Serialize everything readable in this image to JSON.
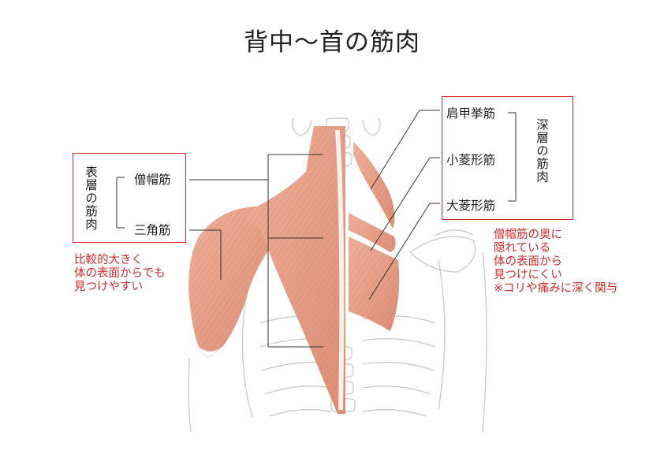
{
  "title": "背中〜首の筋肉",
  "superficial": {
    "group_label": "表層の筋肉",
    "muscles": [
      "僧帽筋",
      "三角筋"
    ],
    "note": [
      "比較的大きく",
      "体の表面からでも",
      "見つけやすい"
    ]
  },
  "deep": {
    "group_label": "深層の筋肉",
    "muscles": [
      "肩甲挙筋",
      "小菱形筋",
      "大菱形筋"
    ],
    "note": [
      "僧帽筋の奥に",
      "隠れている",
      "体の表面から",
      "見つけにくい",
      "※コリや痛みに深く関与"
    ]
  },
  "colors": {
    "accent": "#d22a2a",
    "muscle": "#e8a088",
    "muscle_dark": "#c9705a",
    "bone_line": "#c8c8c8"
  }
}
